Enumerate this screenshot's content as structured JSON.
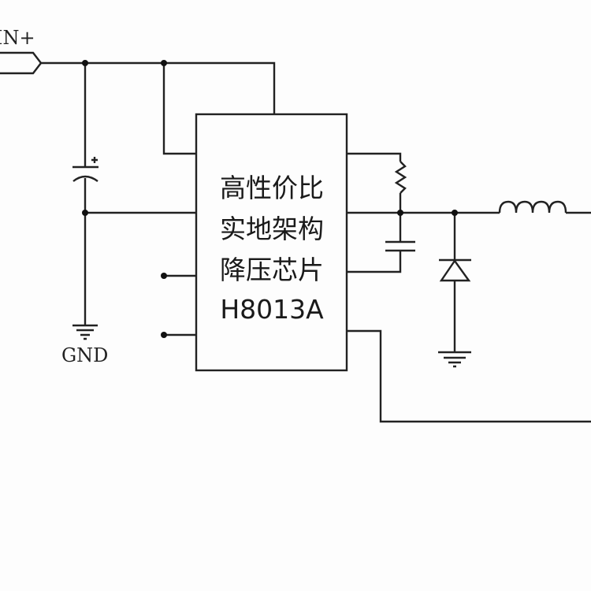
{
  "labels": {
    "input": "IN+",
    "ground": "GND"
  },
  "chip": {
    "lines": [
      "高性价比",
      "实地架构",
      "降压芯片",
      "H8013A"
    ]
  },
  "components": [
    "input-terminal",
    "electrolytic-capacitor",
    "ground",
    "chip",
    "resistor",
    "capacitor",
    "diode",
    "inductor"
  ]
}
